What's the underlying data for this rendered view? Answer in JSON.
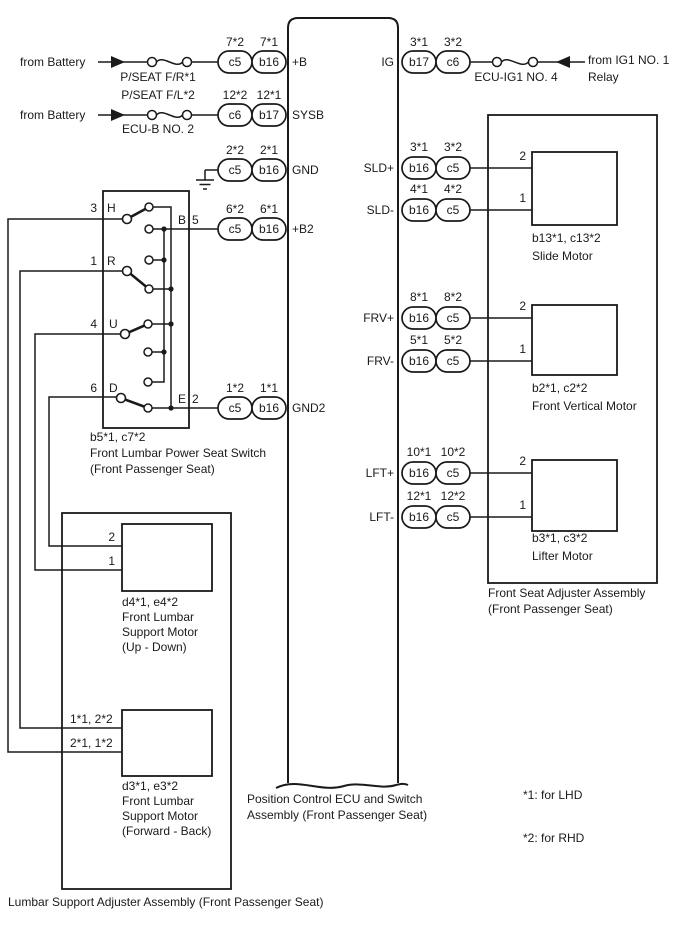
{
  "power": {
    "battery1": {
      "source": "from Battery",
      "fuse_lhd": "P/SEAT F/R*1",
      "fuse_rhd": "P/SEAT F/L*2",
      "pin_left": "7*2",
      "pin_right": "7*1",
      "conn_left": "c5",
      "conn_right": "b16"
    },
    "battery2": {
      "source": "from Battery",
      "fuse": "ECU-B NO. 2",
      "pin_left": "12*2",
      "pin_right": "12*1",
      "conn_left": "c6",
      "conn_right": "b17"
    },
    "ig": {
      "fuse": "ECU-IG1 NO. 4",
      "pin_left": "3*1",
      "pin_right": "3*2",
      "conn_left": "b17",
      "conn_right": "c6",
      "source_line1": "from IG1 NO. 1",
      "source_line2": "Relay"
    }
  },
  "ecu": {
    "left_pins": {
      "b": "+B",
      "sysb": "SYSB",
      "gnd": "GND",
      "b2": "+B2",
      "gnd2": "GND2"
    },
    "right_pins": {
      "ig": "IG"
    },
    "caption_line1": "Position Control ECU and Switch",
    "caption_line2": "Assembly (Front Passenger Seat)"
  },
  "gnd_row": {
    "pin_left": "2*2",
    "pin_right": "2*1",
    "conn_left": "c5",
    "conn_right": "b16"
  },
  "b2_row": {
    "pin_left": "6*2",
    "pin_right": "6*1",
    "conn_left": "c5",
    "conn_right": "b16"
  },
  "gnd2_row": {
    "pin_left": "1*2",
    "pin_right": "1*1",
    "conn_left": "c5",
    "conn_right": "b16"
  },
  "switch": {
    "pin_h": "3",
    "pin_r": "1",
    "pin_u": "4",
    "pin_d": "6",
    "pos_h": "H",
    "pos_r": "R",
    "pos_u": "U",
    "pos_d": "D",
    "term_b": "B",
    "term_b_pin": "5",
    "term_e": "E",
    "term_e_pin": "2",
    "code": "b5*1, c7*2",
    "name_line1": "Front Lumbar Power Seat Switch",
    "name_line2": "(Front Passenger Seat)"
  },
  "channels": [
    {
      "signal": "SLD+",
      "pin_a": "3*1",
      "pin_b": "3*2",
      "conn_a": "b16",
      "conn_b": "c5",
      "motor_pin": "2"
    },
    {
      "signal": "SLD-",
      "pin_a": "4*1",
      "pin_b": "4*2",
      "conn_a": "b16",
      "conn_b": "c5",
      "motor_pin": "1"
    },
    {
      "signal": "FRV+",
      "pin_a": "8*1",
      "pin_b": "8*2",
      "conn_a": "b16",
      "conn_b": "c5",
      "motor_pin": "2"
    },
    {
      "signal": "FRV-",
      "pin_a": "5*1",
      "pin_b": "5*2",
      "conn_a": "b16",
      "conn_b": "c5",
      "motor_pin": "1"
    },
    {
      "signal": "LFT+",
      "pin_a": "10*1",
      "pin_b": "10*2",
      "conn_a": "b16",
      "conn_b": "c5",
      "motor_pin": "2"
    },
    {
      "signal": "LFT-",
      "pin_a": "12*1",
      "pin_b": "12*2",
      "conn_a": "b16",
      "conn_b": "c5",
      "motor_pin": "1"
    }
  ],
  "motors": {
    "slide": {
      "code": "b13*1, c13*2",
      "name": "Slide Motor"
    },
    "front_vertical": {
      "code": "b2*1, c2*2",
      "name": "Front Vertical Motor"
    },
    "lifter": {
      "code": "b3*1, c3*2",
      "name": "Lifter Motor"
    },
    "lumbar_ud": {
      "pin2": "2",
      "pin1": "1",
      "code": "d4*1, e4*2",
      "name1": "Front Lumbar",
      "name2": "Support Motor",
      "name3": "(Up - Down)"
    },
    "lumbar_fb": {
      "pin_top": "1*1, 2*2",
      "pin_bottom": "2*1, 1*2",
      "code": "d3*1, e3*2",
      "name1": "Front Lumbar",
      "name2": "Support Motor",
      "name3": "(Forward - Back)"
    }
  },
  "assemblies": {
    "front_seat": {
      "line1": "Front Seat Adjuster Assembly",
      "line2": "(Front Passenger Seat)"
    },
    "lumbar": {
      "caption": "Lumbar Support Adjuster Assembly (Front Passenger Seat)"
    }
  },
  "notes": {
    "lhd": "*1: for LHD",
    "rhd": "*2: for RHD"
  },
  "colors": {
    "line": "#1a1a1a",
    "background": "#ffffff"
  }
}
